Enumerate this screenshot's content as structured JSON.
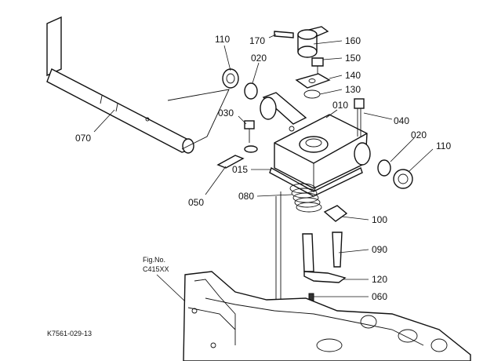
{
  "diagram": {
    "reference_code": "K7561-029-13",
    "fig_ref": {
      "line1": "Fig.No.",
      "line2": "C415XX"
    },
    "callouts": [
      {
        "id": "c170",
        "label": "170"
      },
      {
        "id": "c160",
        "label": "160"
      },
      {
        "id": "c150",
        "label": "150"
      },
      {
        "id": "c140",
        "label": "140"
      },
      {
        "id": "c130",
        "label": "130"
      },
      {
        "id": "c110a",
        "label": "110"
      },
      {
        "id": "c020a",
        "label": "020"
      },
      {
        "id": "c010",
        "label": "010"
      },
      {
        "id": "c040",
        "label": "040"
      },
      {
        "id": "c030",
        "label": "030"
      },
      {
        "id": "c070",
        "label": "070"
      },
      {
        "id": "c020b",
        "label": "020"
      },
      {
        "id": "c110b",
        "label": "110"
      },
      {
        "id": "c015",
        "label": "015"
      },
      {
        "id": "c050",
        "label": "050"
      },
      {
        "id": "c080",
        "label": "080"
      },
      {
        "id": "c100",
        "label": "100"
      },
      {
        "id": "c090",
        "label": "090"
      },
      {
        "id": "c120",
        "label": "120"
      },
      {
        "id": "c060",
        "label": "060"
      }
    ]
  }
}
